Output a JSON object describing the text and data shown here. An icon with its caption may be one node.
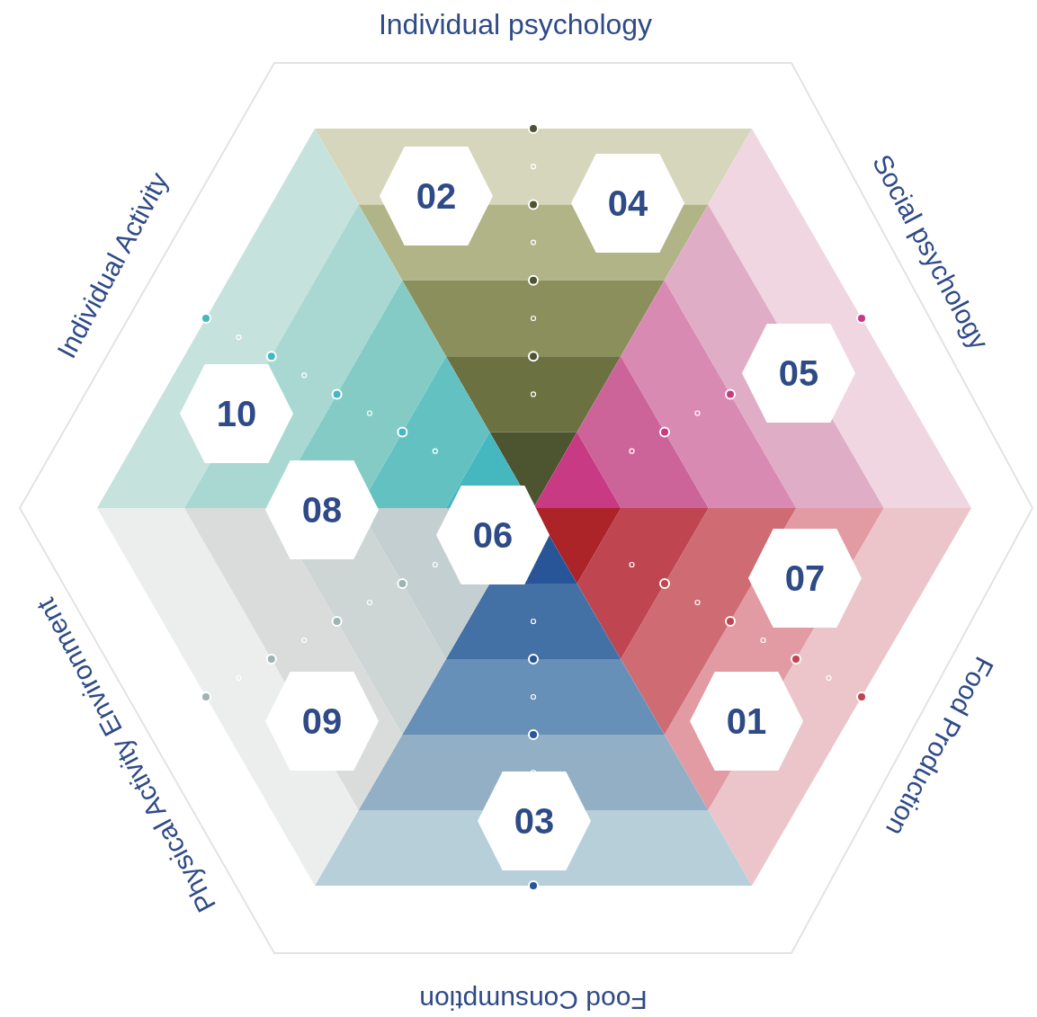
{
  "diagram": {
    "nodes": [
      {
        "text": [
          "02"
        ]
      },
      {
        "text": [
          "04"
        ]
      },
      {
        "text": [
          "05"
        ]
      },
      {
        "text": [
          "10"
        ]
      },
      {
        "text": [
          "08"
        ]
      },
      {
        "text": [
          "06"
        ]
      },
      {
        "text": [
          "07"
        ]
      },
      {
        "text": [
          "01"
        ]
      },
      {
        "text": [
          "09"
        ]
      },
      {
        "text": [
          "03"
        ]
      }
    ],
    "labels": [
      "Individual psychology",
      "Social psychology",
      "Food Production",
      "Food Consumption",
      "Physical Activity Environment",
      "Individual Activity"
    ]
  }
}
